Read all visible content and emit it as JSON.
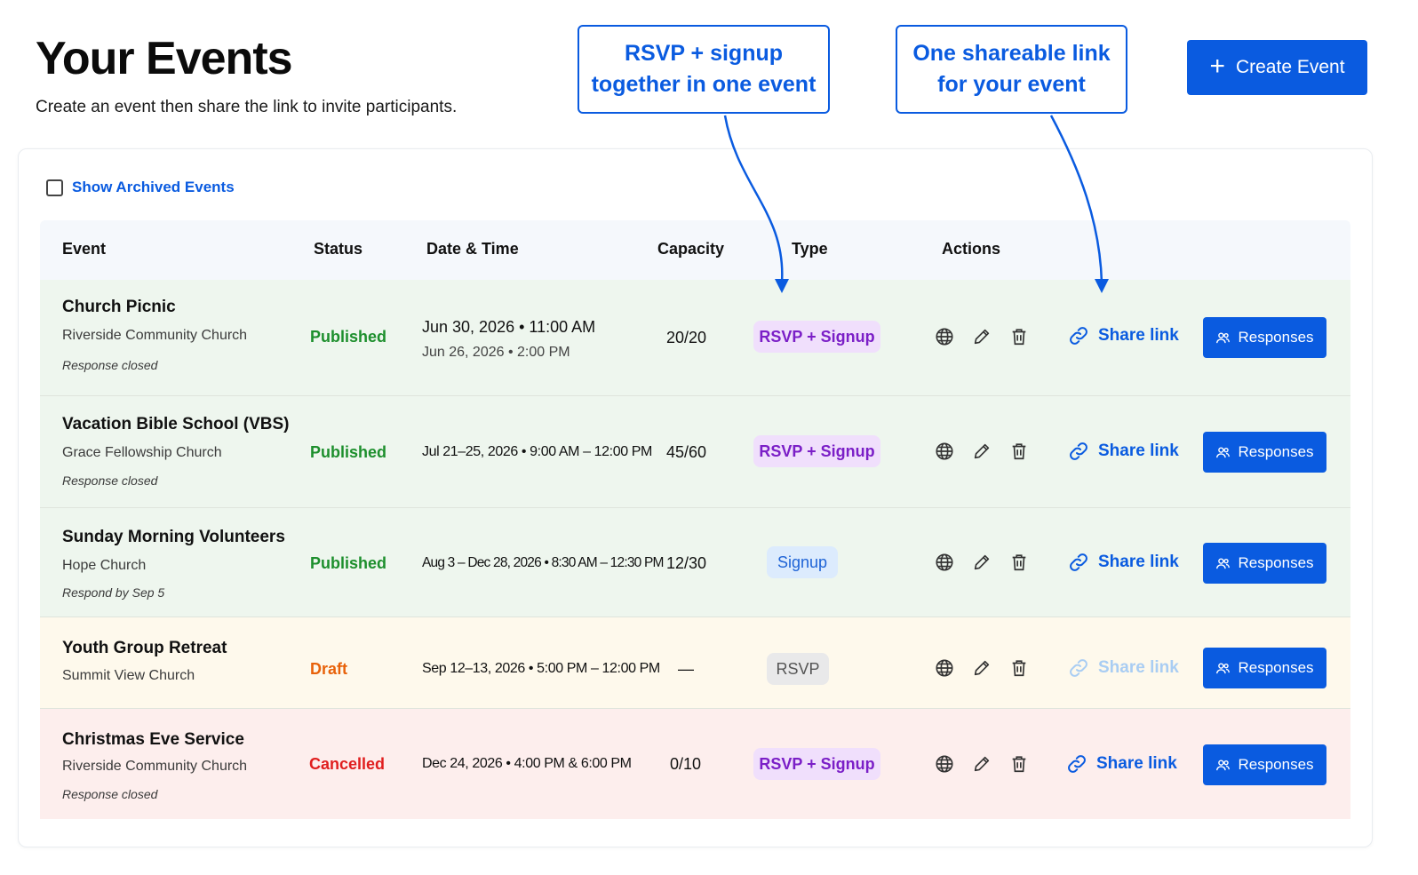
{
  "header": {
    "title": "Your Events",
    "subtitle": "Create an event then share the link to invite participants.",
    "create_button": "Create Event"
  },
  "callouts": [
    {
      "line1": "RSVP + signup",
      "line2": "together in one event"
    },
    {
      "line1": "One shareable link",
      "line2": "for your event"
    }
  ],
  "filters": {
    "show_archived_label": "Show Archived Events",
    "show_archived_checked": false
  },
  "table": {
    "columns": [
      "Event",
      "Status",
      "Date & Time",
      "Capacity",
      "Type",
      "Actions"
    ],
    "rows": [
      {
        "name": "Church Picnic",
        "org": "Riverside Community Church",
        "note": "Response closed",
        "status": "Published",
        "datetime": "Jun 30, 2026 • 11:00 AM",
        "datetime_sub": "Jun 26, 2026 • 2:00 PM",
        "capacity": "20/20",
        "type": "RSVP + Signup",
        "share": "Share link",
        "responses": "Responses"
      },
      {
        "name": "Vacation Bible School (VBS)",
        "org": "Grace Fellowship Church",
        "note": "Response closed",
        "status": "Published",
        "datetime": "Jul 21–25, 2026 • 9:00 AM – 12:00 PM",
        "capacity": "45/60",
        "type": "RSVP + Signup",
        "share": "Share link",
        "responses": "Responses"
      },
      {
        "name": "Sunday Morning Volunteers",
        "org": "Hope Church",
        "note": "Respond by Sep 5",
        "status": "Published",
        "datetime": "Aug 3 – Dec 28, 2026 • 8:30 AM – 12:30 PM",
        "capacity": "12/30",
        "type": "Signup",
        "share": "Share link",
        "responses": "Responses"
      },
      {
        "name": "Youth Group Retreat",
        "org": "Summit View Church",
        "status": "Draft",
        "datetime": "Sep 12–13, 2026 • 5:00 PM – 12:00 PM",
        "capacity": "—",
        "type": "RSVP",
        "share": "Share link",
        "share_disabled": true,
        "responses": "Responses"
      },
      {
        "name": "Christmas Eve Service",
        "org": "Riverside Community Church",
        "note": "Response closed",
        "status": "Cancelled",
        "datetime": "Dec 24, 2026 • 4:00 PM & 6:00 PM",
        "capacity": "0/10",
        "type": "RSVP + Signup",
        "share": "Share link",
        "responses": "Responses"
      }
    ]
  },
  "icons": [
    "globe-icon",
    "pencil-icon",
    "trash-icon",
    "link-icon",
    "users-icon",
    "plus-icon"
  ],
  "colors": {
    "accent": "#0a5be0",
    "published": "#1d8f2d",
    "draft": "#e8620a",
    "cancelled": "#e01e1e",
    "type_both": "#7b1fc7",
    "type_signup": "#1e63d6",
    "type_rsvp": "#555555"
  }
}
